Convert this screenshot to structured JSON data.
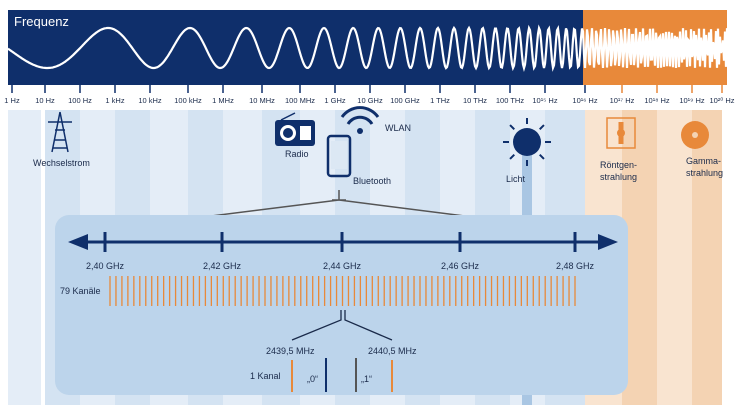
{
  "title": "Frequenz",
  "scale_labels": [
    "1 Hz",
    "10 Hz",
    "100 Hz",
    "1 kHz",
    "10 kHz",
    "100 kHz",
    "1 MHz",
    "10 MHz",
    "100 MHz",
    "1 GHz",
    "10 GHz",
    "100 GHz",
    "1 THz",
    "10 THz",
    "100 THz",
    "10¹⁵ Hz",
    "10¹⁶ Hz",
    "10¹⁷ Hz",
    "10¹⁸ Hz",
    "10¹⁹ Hz",
    "10²⁰ Hz"
  ],
  "sources": {
    "wechselstrom": "Wechselstrom",
    "radio": "Radio",
    "wlan": "WLAN",
    "bluetooth": "Bluetooth",
    "licht": "Licht",
    "roentgen1": "Röntgen-",
    "roentgen2": "strahlung",
    "gamma1": "Gamma-",
    "gamma2": "strahlung"
  },
  "ruler": {
    "labels": [
      "2,40 GHz",
      "2,42 GHz",
      "2,44 GHz",
      "2,46 GHz",
      "2,48 GHz"
    ],
    "channels_label": "79 Kanäle",
    "channel_count": 79
  },
  "detail": {
    "left": "2439,5 MHz",
    "right": "2440,5 MHz",
    "kanal": "1 Kanal",
    "zero": "„0“",
    "one": "„1“"
  },
  "colors": {
    "navy": "#0f2f6b",
    "orange": "#e8893a",
    "light": "#dce8f4",
    "box": "#bcd4eb"
  }
}
